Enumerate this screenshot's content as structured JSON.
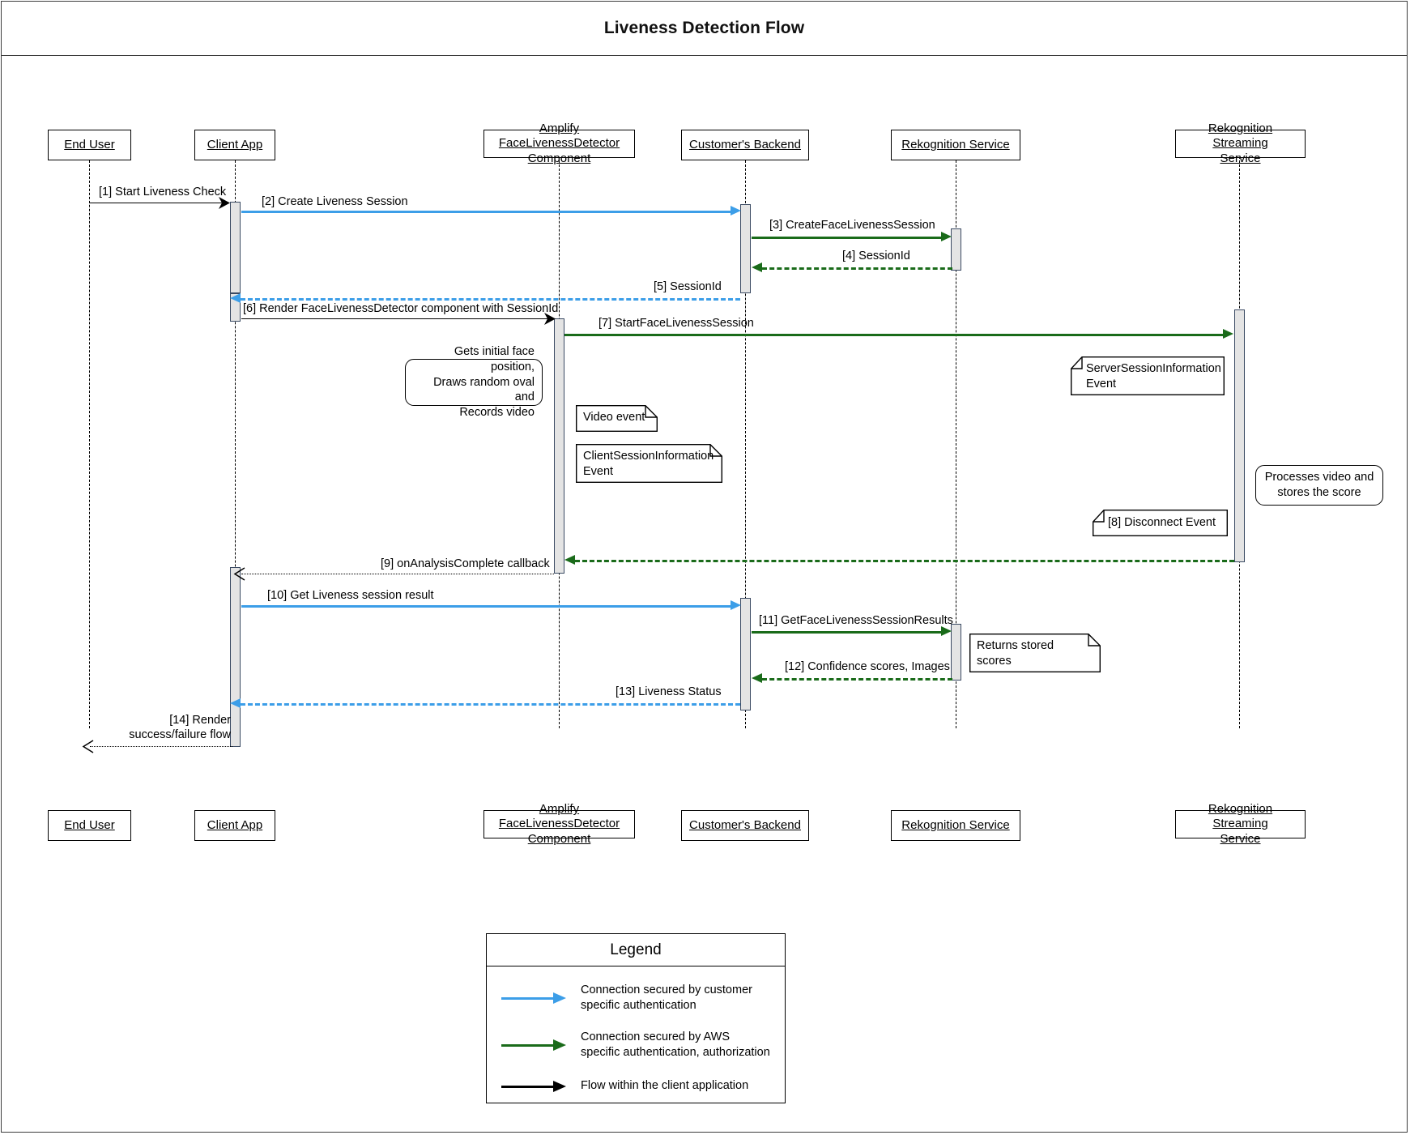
{
  "title": "Liveness Detection Flow",
  "colors": {
    "customer_blue": "#3c9ee8",
    "aws_green": "#1a6b1a",
    "client_black": "#000000",
    "activation_fill": "#e4e4e4",
    "activation_border": "#3a4a63"
  },
  "participants": [
    {
      "id": "end-user",
      "label": "End User"
    },
    {
      "id": "client-app",
      "label": "Client App"
    },
    {
      "id": "amplify-component",
      "label": "Amplify FaceLivenessDetector\nComponent"
    },
    {
      "id": "customers-backend",
      "label": "Customer's Backend"
    },
    {
      "id": "rekognition-service",
      "label": "Rekognition Service"
    },
    {
      "id": "rekognition-streaming-service",
      "label": "Rekognition Streaming\nService"
    }
  ],
  "messages": [
    {
      "id": "m1",
      "label": "[1] Start Liveness Check",
      "style": "black-solid"
    },
    {
      "id": "m2",
      "label": "[2] Create Liveness Session",
      "style": "blue-solid"
    },
    {
      "id": "m3",
      "label": "[3] CreateFaceLivenessSession",
      "style": "green-solid"
    },
    {
      "id": "m4",
      "label": "[4] SessionId",
      "style": "green-dashed"
    },
    {
      "id": "m5",
      "label": "[5] SessionId",
      "style": "blue-dashed"
    },
    {
      "id": "m6",
      "label": "[6] Render FaceLivenessDetector component with SessionId",
      "style": "black-solid"
    },
    {
      "id": "m7",
      "label": "[7] StartFaceLivenessSession",
      "style": "green-solid"
    },
    {
      "id": "m9",
      "label": "[9] onAnalysisComplete callback",
      "style": "black-dotted"
    },
    {
      "id": "m9b",
      "label": "",
      "style": "green-dashed"
    },
    {
      "id": "m10",
      "label": "[10] Get Liveness session result",
      "style": "blue-solid"
    },
    {
      "id": "m11",
      "label": "[11] GetFaceLivenessSessionResults",
      "style": "green-solid"
    },
    {
      "id": "m12",
      "label": "[12] Confidence scores, Images",
      "style": "green-dashed"
    },
    {
      "id": "m13",
      "label": "[13] Liveness Status",
      "style": "blue-dashed"
    },
    {
      "id": "m14",
      "label": "[14] Render\nsuccess/failure flow",
      "style": "black-dotted"
    }
  ],
  "notes": [
    {
      "id": "note-gets-initial-face",
      "shape": "rounded",
      "text": "Gets initial face position,\nDraws random oval and\nRecords video"
    },
    {
      "id": "note-video-event",
      "shape": "fold-right",
      "text": "Video event"
    },
    {
      "id": "note-client-session",
      "shape": "fold-right",
      "text": "ClientSessionInformation\nEvent"
    },
    {
      "id": "note-server-session",
      "shape": "fold-left",
      "text": "ServerSessionInformation\nEvent"
    },
    {
      "id": "note-processes-video",
      "shape": "rounded",
      "text": "Processes video and\nstores the score"
    },
    {
      "id": "note-disconnect-event",
      "shape": "fold-left",
      "text": "[8] Disconnect Event"
    },
    {
      "id": "note-returns-scores",
      "shape": "fold-right",
      "text": "Returns stored\nscores"
    }
  ],
  "legend": {
    "title": "Legend",
    "entries": [
      {
        "id": "legend-customer-auth",
        "color_key": "customer_blue",
        "text": "Connection secured by customer\nspecific authentication"
      },
      {
        "id": "legend-aws-auth",
        "color_key": "aws_green",
        "text": "Connection secured by AWS\nspecific authentication, authorization"
      },
      {
        "id": "legend-client-flow",
        "color_key": "client_black",
        "text": "Flow within the client application"
      }
    ]
  }
}
